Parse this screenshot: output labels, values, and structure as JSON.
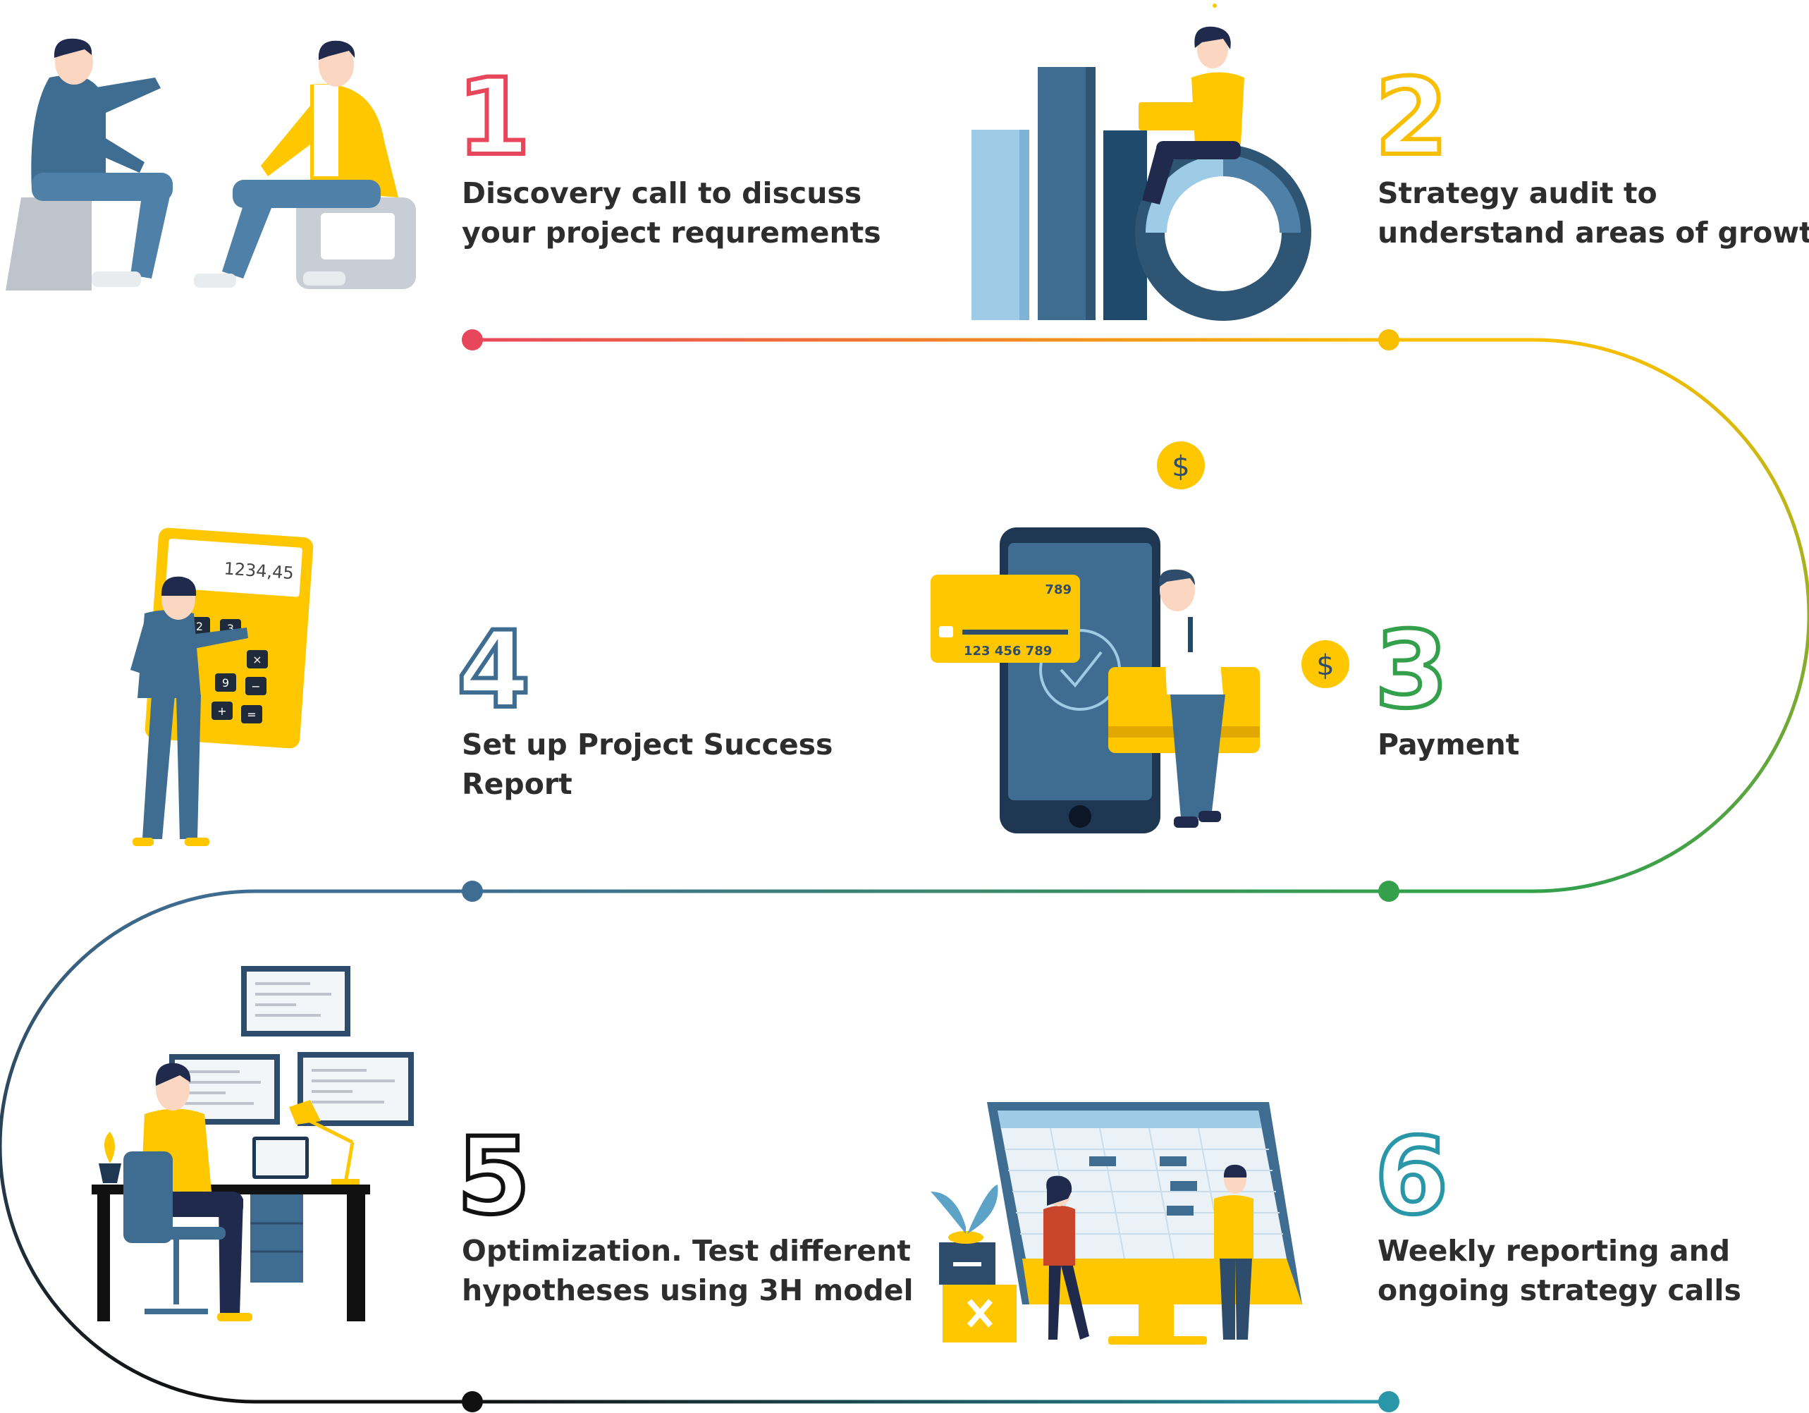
{
  "colors": {
    "red": "#E8475B",
    "orange": "#F07E2A",
    "yellow": "#F8BE00",
    "green": "#35A04C",
    "blue": "#3F6D92",
    "black": "#111111",
    "teal": "#2997A8",
    "text": "#2d2d2d",
    "illustration_yellow": "#FFC700",
    "illustration_navy": "#2E4C6B"
  },
  "steps": [
    {
      "number": "1",
      "lines": [
        "Discovery call to discuss",
        "your project requrements"
      ],
      "color": "#E8475B",
      "icon": "meeting-illustration"
    },
    {
      "number": "2",
      "lines": [
        "Strategy audit to",
        "understand areas of growth"
      ],
      "color": "#F8BE00",
      "icon": "chart-illustration"
    },
    {
      "number": "3",
      "lines": [
        "Payment"
      ],
      "color": "#35A04C",
      "icon": "payment-illustration"
    },
    {
      "number": "4",
      "lines": [
        "Set up Project Success",
        "Report"
      ],
      "color": "#3F6D92",
      "icon": "calculator-illustration"
    },
    {
      "number": "5",
      "lines": [
        "Optimization. Test different",
        "hypotheses using 3H model"
      ],
      "color": "#111111",
      "icon": "workstation-illustration"
    },
    {
      "number": "6",
      "lines": [
        "Weekly reporting and",
        "ongoing strategy calls"
      ],
      "color": "#2997A8",
      "icon": "dashboard-illustration"
    }
  ],
  "illustration_text": {
    "calculator_display": "1234,45",
    "card_cvv": "789",
    "card_number": "123 456 789",
    "coin_symbol": "$",
    "keys": [
      "2",
      "3",
      "×",
      "9",
      "−",
      "+",
      "="
    ]
  }
}
